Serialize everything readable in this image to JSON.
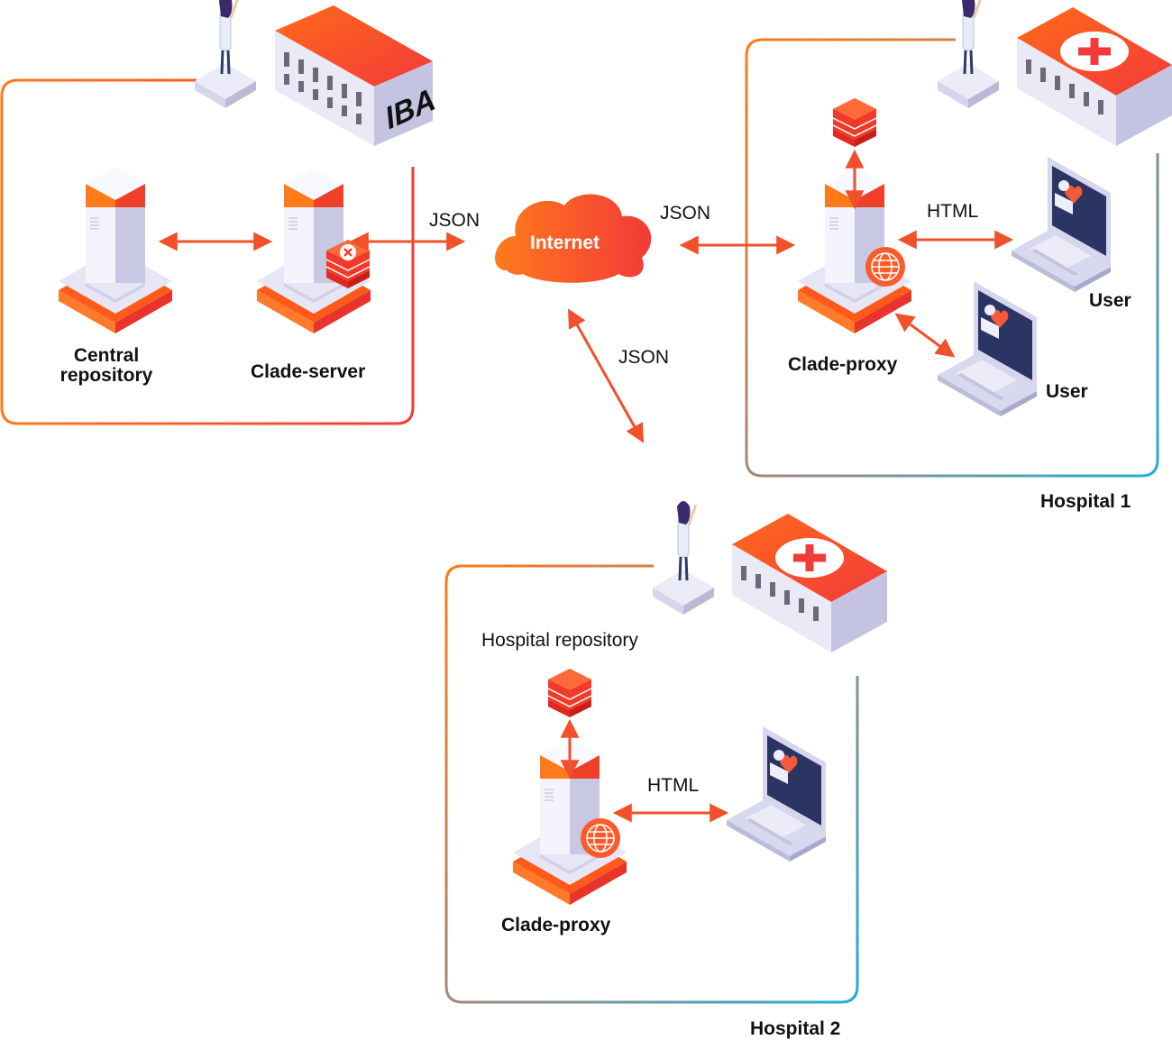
{
  "iba": {
    "building_sign": "IBA",
    "central_repository": "Central\nrepository",
    "clade_server": "Clade-server"
  },
  "internet": {
    "label": "Internet"
  },
  "links": {
    "iba_internet": "JSON",
    "internet_hospital1": "JSON",
    "internet_hospital2": "JSON"
  },
  "hospital1": {
    "title": "Hospital 1",
    "proxy": "Clade-proxy",
    "html_link": "HTML",
    "user_top": "User",
    "user_bottom": "User"
  },
  "hospital2": {
    "title": "Hospital 2",
    "repository": "Hospital repository",
    "proxy": "Clade-proxy",
    "html_link": "HTML"
  },
  "colors": {
    "orange": "#ff6a1a",
    "red": "#f23a3a",
    "teal": "#1fb0d8",
    "lavender": "#d9d9ee",
    "navy": "#2a3a6a"
  }
}
